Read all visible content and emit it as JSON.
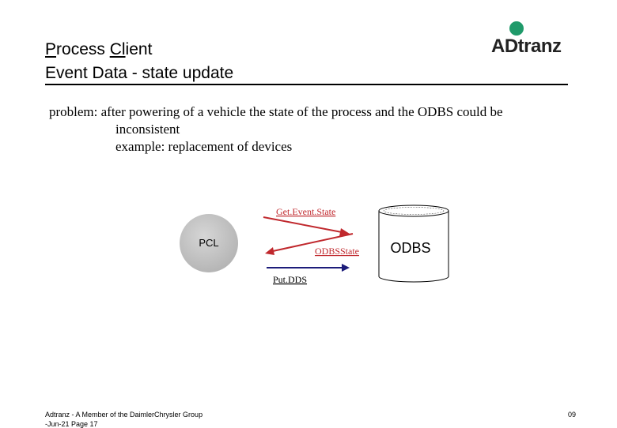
{
  "header": {
    "title_line1_first_letter": "P",
    "title_line1_rest1": "rocess ",
    "title_line1_second_ul": "Cl",
    "title_line1_rest2": "ient",
    "title_line2": "Event Data - state update"
  },
  "logo": {
    "text": "ADtranz",
    "dot_color": "#1f9a6a"
  },
  "body": {
    "line1": "problem:  after powering of a vehicle the state of the process and the ODBS could be",
    "line2": "inconsistent",
    "line3": "example:  replacement of devices"
  },
  "diagram": {
    "pcl_label": "PCL",
    "odbs_label": "ODBS",
    "arrow1_label": "Get.Event.State",
    "arrow2_label": "ODBSState",
    "arrow3_label": "Put.DDS",
    "red_color": "#c0282d",
    "blue_color": "#1c1c7a"
  },
  "footer": {
    "line1": "Adtranz - A Member of the DaimlerChrysler Group",
    "line2": "-Jun-21  Page 17",
    "page_number": "09"
  }
}
